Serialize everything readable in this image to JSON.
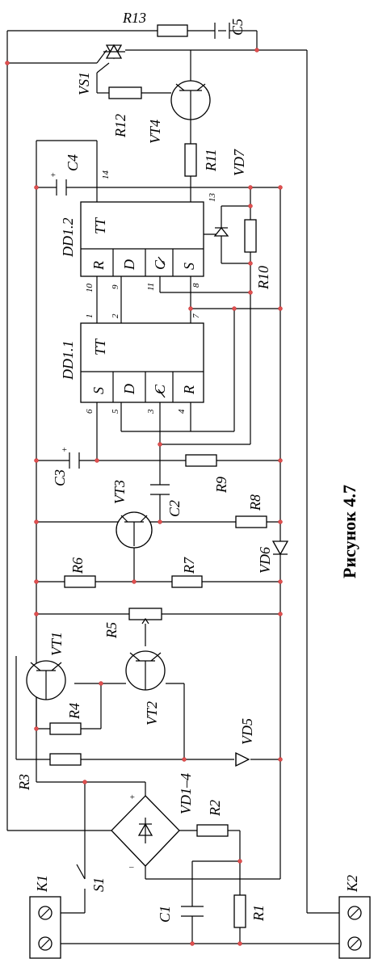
{
  "caption": "Рисунок 4.7",
  "components": {
    "r13": "R13",
    "c5": "C5",
    "vs1": "VS1",
    "r12": "R12",
    "vt4": "VT4",
    "r11": "R11",
    "vd7": "VD7",
    "c4": "C4",
    "dd12": "DD1.2",
    "r10": "R10",
    "dd11": "DD1.1",
    "c3": "C3",
    "r9": "R9",
    "c2": "C2",
    "vt3": "VT3",
    "r8": "R8",
    "vd6": "VD6",
    "r6": "R6",
    "r7": "R7",
    "r5": "R5",
    "vt1": "VT1",
    "vt2": "VT2",
    "r4": "R4",
    "r3": "R3",
    "vd5": "VD5",
    "vd14": "VD1–4",
    "r2": "R2",
    "s1": "S1",
    "c1": "C1",
    "r1": "R1",
    "k1": "K1",
    "k2": "K2"
  },
  "pins": {
    "p14": "14",
    "p13": "13",
    "p10": "10",
    "p9": "9",
    "p11": "11",
    "p8": "8",
    "p1": "1",
    "p2": "2",
    "p7": "7",
    "p6": "6",
    "p5": "5",
    "p3": "3",
    "p4": "4"
  },
  "chip_fields": {
    "tt": "TT",
    "r": "R",
    "d": "D",
    "c": "C",
    "s": "S"
  },
  "marks": {
    "plus": "+",
    "minus": "–"
  }
}
